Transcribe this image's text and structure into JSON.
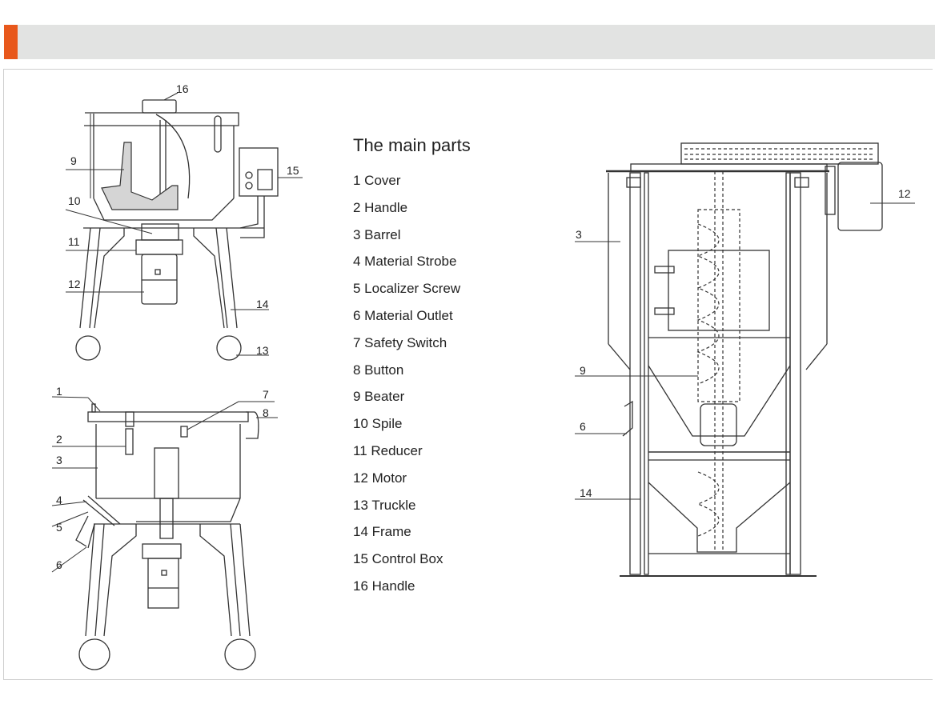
{
  "header": {
    "accent_color": "#e8581c",
    "bar_color": "#e2e3e2"
  },
  "parts_title": "The main parts",
  "parts": [
    "1 Cover",
    "2 Handle",
    "3 Barrel",
    "4 Material Strobe",
    "5 Localizer Screw",
    "6 Material Outlet",
    "7 Safety Switch",
    "8 Button",
    "9 Beater",
    "10 Spile",
    "11 Reducer",
    "12 Motor",
    "13 Truckle",
    "14 Frame",
    "15 Control Box",
    "16 Handle"
  ],
  "diagrams": {
    "top_left_callouts": [
      "16",
      "9",
      "15",
      "10",
      "11",
      "12",
      "14",
      "13"
    ],
    "bottom_left_callouts": [
      "1",
      "7",
      "8",
      "2",
      "3",
      "4",
      "5",
      "6"
    ],
    "right_callouts": [
      "12",
      "3",
      "9",
      "6",
      "14"
    ]
  }
}
